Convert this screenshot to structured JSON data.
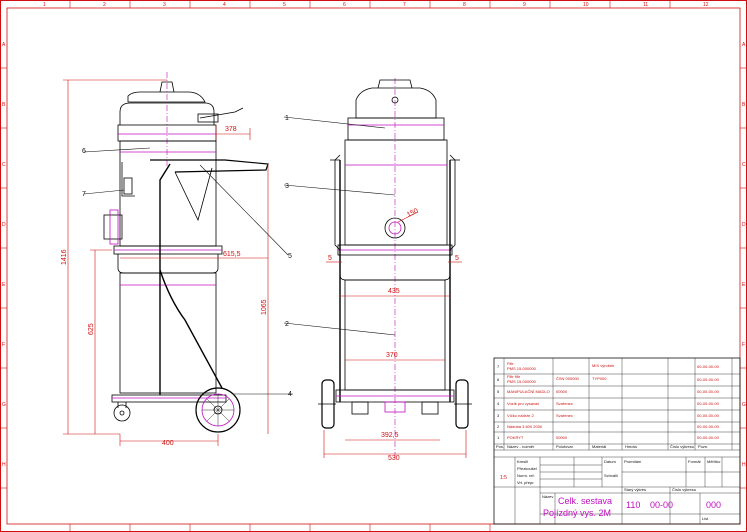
{
  "frame": {
    "columns": [
      "1",
      "2",
      "3",
      "4",
      "5",
      "6",
      "7",
      "8",
      "9",
      "10",
      "11",
      "12"
    ],
    "rows": [
      "A",
      "B",
      "C",
      "D",
      "E",
      "F",
      "G",
      "H"
    ]
  },
  "dimensions": {
    "d378": "378",
    "d6155": "615,5",
    "d1416": "1416",
    "d1065": "1065",
    "d625": "625",
    "d400": "400",
    "d435": "435",
    "d370": "370",
    "d3925": "392,5",
    "d530": "530",
    "d5a": "5",
    "d5b": "5",
    "d150": "150"
  },
  "positions": {
    "p1": "1",
    "p2": "2",
    "p3": "3",
    "p4": "4",
    "p5": "5",
    "p6": "6",
    "p7": "7"
  },
  "title_block": {
    "rows": [
      {
        "no": "7",
        "name": "Filtr",
        "name2": "PMS 15-000000",
        "code": "",
        "mat": "",
        "note": "MIX výrobek",
        "num": "00-00-00-00"
      },
      {
        "no": "6",
        "name": "Filtr filtr",
        "name2": "PMS 15-000000",
        "code": "ČSN 000000",
        "mat": "TYP000",
        "note": "",
        "num": "00-00-00-00"
      },
      {
        "no": "5",
        "name": "MANIPULAČNÍ MADLO",
        "name2": "",
        "code": "",
        "mat": "00000",
        "note": "",
        "num": "00-00-00-00"
      },
      {
        "no": "4",
        "name": "Vozík pro vysavač",
        "name2": "",
        "code": "",
        "mat": "Svařenec",
        "note": "",
        "num": "00-00-00-00"
      },
      {
        "no": "3",
        "name": "Víčko nádrže 2",
        "name2": "",
        "code": "",
        "mat": "Svařenec",
        "note": "",
        "num": "00-00-00-00"
      },
      {
        "no": "2",
        "name": "Nádoba 3 600 2000",
        "name2": "",
        "code": "",
        "mat": "",
        "note": "",
        "num": "00-00-00-00"
      },
      {
        "no": "1",
        "name": "POKRYT",
        "name2": "",
        "code": "",
        "mat": "00000",
        "note": "",
        "num": "00-00-00-00"
      }
    ],
    "head_cols": [
      "Pos.",
      "Název - rozměr",
      "Polotovar",
      "Materiál",
      "Hmota",
      "Číslo výkresu",
      "Pozn."
    ],
    "scale": "1:5",
    "title_line1": "Celk. sestava",
    "title_line2": "Pojízdný vys. 2M",
    "drawing_number": "00-00",
    "drawing_prefix": "110",
    "sheet": "000",
    "labels": {
      "kreslil": "Kreslil",
      "prezkoumal": "Přezkoušel",
      "normal_ref": "Norm. ref.",
      "tech": "Vrt. přepr.",
      "schvalil": "Schválil",
      "datum": "Datum",
      "nazev": "Název",
      "cislo": "Číslo výkresu",
      "list": "List",
      "stary": "Starý výkres",
      "format": "Formát",
      "mer": "Měřítko",
      "promitani": "Promítání"
    }
  }
}
